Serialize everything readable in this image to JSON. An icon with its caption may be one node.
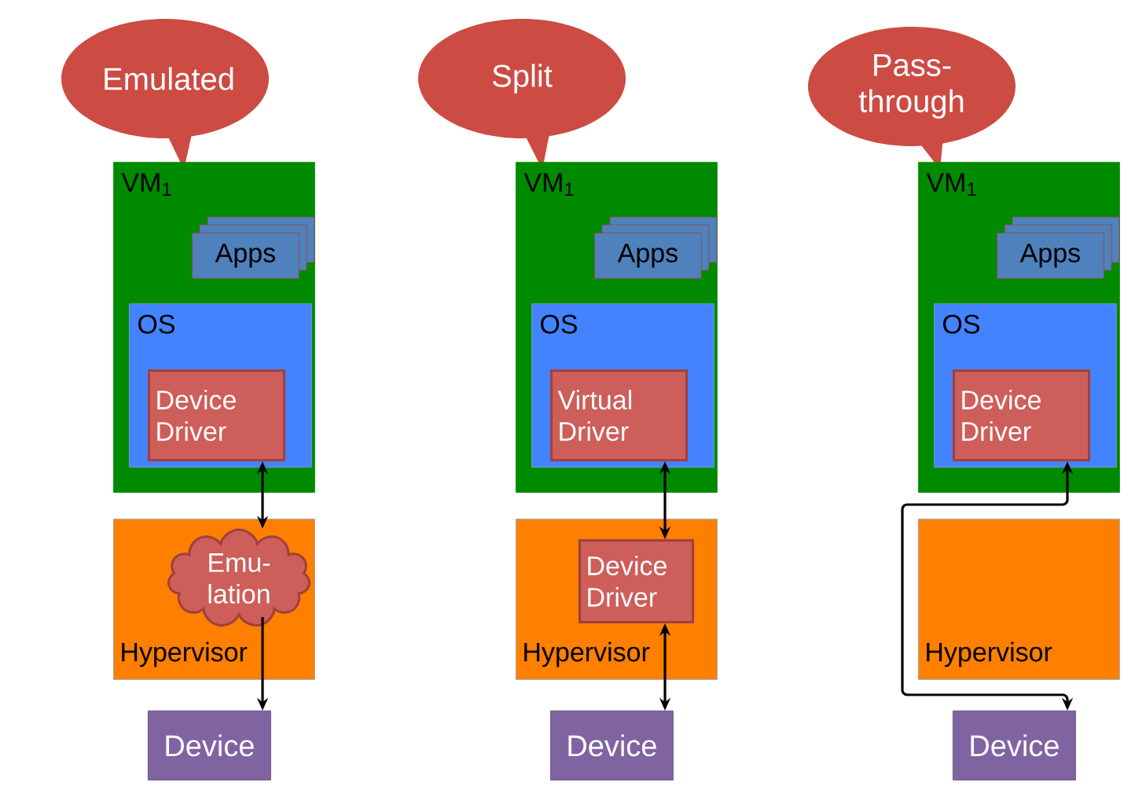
{
  "diagram": {
    "nodes": [
      {
        "text": [
          "Emulated"
        ]
      },
      {
        "text": [
          "VM$_{1}$"
        ]
      },
      {
        "text": [
          "Apps"
        ],
        "in": 1
      },
      {
        "text": [
          "OS"
        ],
        "in": 1
      },
      {
        "text": [
          "Device Driver"
        ],
        "in": 3
      },
      {
        "text": [
          "Hypervisor"
        ]
      },
      {
        "text": [
          "Emu- lation"
        ],
        "in": 5
      },
      {
        "text": [
          "Device"
        ]
      },
      {
        "text": [
          "Split"
        ]
      },
      {
        "text": [
          "VM$_{1}$"
        ]
      },
      {
        "text": [
          "Apps"
        ],
        "in": 9
      },
      {
        "text": [
          "OS"
        ],
        "in": 9
      },
      {
        "text": [
          "Virtual Driver"
        ],
        "in": 11
      },
      {
        "text": [
          "Hypervisor"
        ]
      },
      {
        "text": [
          "Device Driver"
        ],
        "in": 13
      },
      {
        "text": [
          "Device"
        ]
      },
      {
        "text": [
          "Pass- through"
        ]
      },
      {
        "text": [
          "VM$_{1}$"
        ]
      },
      {
        "text": [
          "Apps"
        ],
        "in": 17
      },
      {
        "text": [
          "OS"
        ],
        "in": 17
      },
      {
        "text": [
          "Device Driver"
        ],
        "in": 19
      },
      {
        "text": [
          "Hypervisor"
        ]
      },
      {
        "text": [
          "Device"
        ]
      }
    ],
    "edges": [
      {
        "from": 4,
        "to": 6,
        "arrow": "both"
      },
      {
        "from": 6,
        "to": 7,
        "arrow": "to"
      },
      {
        "from": 12,
        "to": 14,
        "arrow": "both"
      },
      {
        "from": 14,
        "to": 15,
        "arrow": "both"
      },
      {
        "from": 20,
        "to": 22,
        "arrow": "both"
      }
    ]
  }
}
